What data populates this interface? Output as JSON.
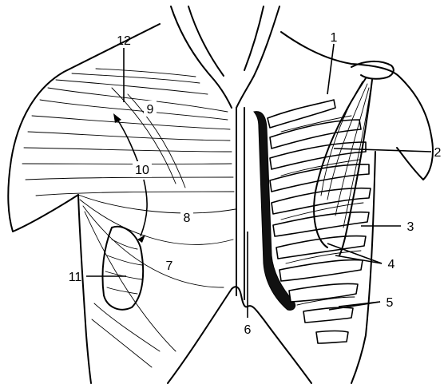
{
  "labels": [
    "1",
    "2",
    "3",
    "4",
    "5",
    "6",
    "7",
    "8",
    "9",
    "10",
    "11",
    "12"
  ],
  "colors": {
    "ink": "#000000",
    "paper": "#ffffff"
  }
}
